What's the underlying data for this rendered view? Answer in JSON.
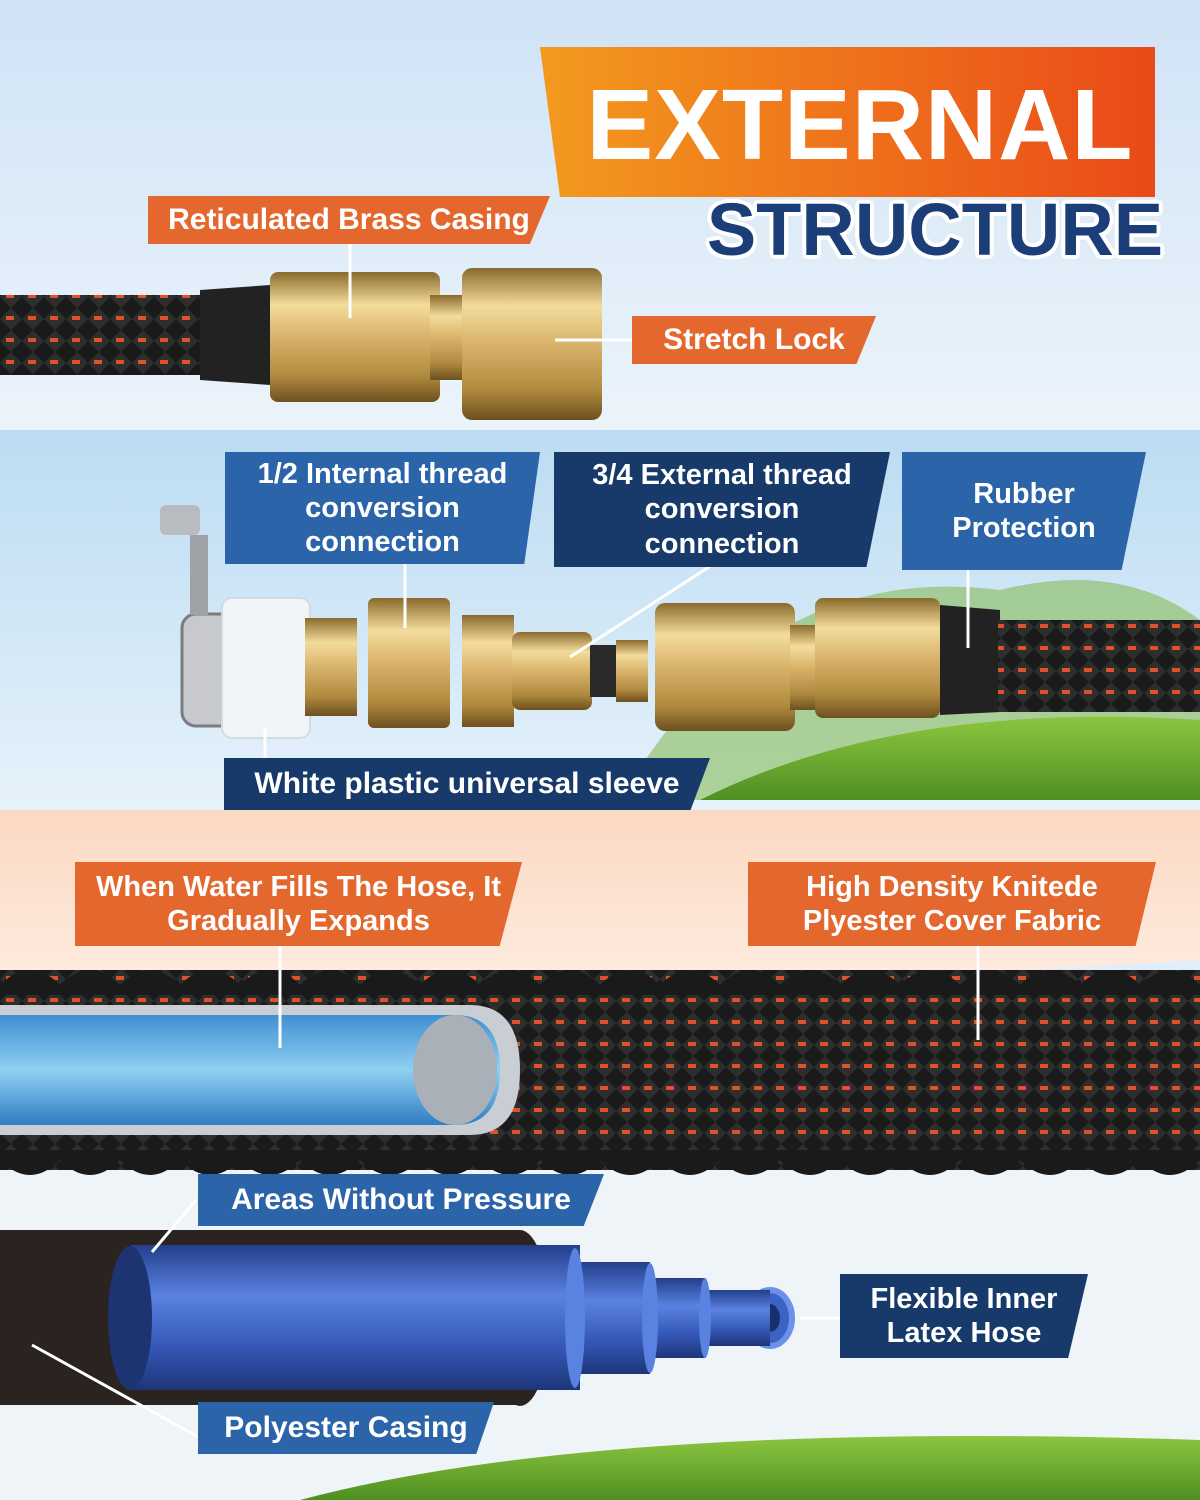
{
  "header": {
    "title_line1": "EXTERNAL",
    "title_line2": "STRUCTURE"
  },
  "labels": {
    "brass_casing": "Reticulated Brass Casing",
    "stretch_lock": "Stretch Lock",
    "internal_thread": "1/2 Internal thread conversion connection",
    "external_thread": "3/4 External thread conversion connection",
    "rubber_protection": "Rubber Protection",
    "plastic_sleeve": "White plastic universal sleeve",
    "water_fills": "When Water Fills The Hose, It Gradually Expands",
    "cover_fabric": "High Density Knitede Plyester Cover Fabric",
    "areas_without_pressure": "Areas Without Pressure",
    "inner_latex": "Flexible Inner Latex Hose",
    "polyester_casing": "Polyester Casing"
  },
  "colors": {
    "orange": "#e4682e",
    "navy": "#173a6a",
    "blue": "#2b64a8",
    "brass": "#d9b36a",
    "latex_blue": "#3b63c4"
  }
}
